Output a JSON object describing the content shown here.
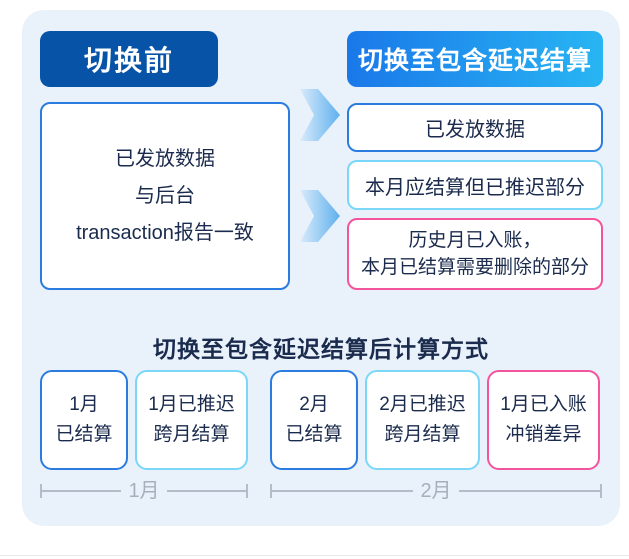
{
  "colors": {
    "panel_bg": "#e9f1fb",
    "header_dark_blue": "#0653a8",
    "header_gradient_start": "#1a78e9",
    "header_gradient_end": "#28b5f3",
    "border_blue": "#2b7ce0",
    "border_cyan": "#7ad7f8",
    "border_pink": "#f4549c",
    "text_navy": "#1b2b4d",
    "dim_line_grey": "#b3bdc9"
  },
  "icons": {
    "flow_arrow": "block-arrow-right"
  },
  "before": {
    "header": "切换前",
    "box_lines": [
      "已发放数据",
      "与后台",
      "transaction报告一致"
    ]
  },
  "after": {
    "header": "切换至包含延迟结算",
    "boxes": [
      {
        "style": "blue",
        "lines": [
          "已发放数据"
        ]
      },
      {
        "style": "cyan",
        "lines": [
          "本月应结算但已推迟部分"
        ]
      },
      {
        "style": "pink",
        "lines": [
          "历史月已入账，",
          "本月已结算需要删除的部分"
        ]
      }
    ]
  },
  "calc": {
    "title": "切换至包含延迟结算后计算方式",
    "boxes": [
      {
        "style": "blue",
        "lines": [
          "1月",
          "已结算"
        ]
      },
      {
        "style": "cyan",
        "lines": [
          "1月已推迟",
          "跨月结算"
        ]
      },
      {
        "style": "blue",
        "lines": [
          "2月",
          "已结算"
        ]
      },
      {
        "style": "cyan",
        "lines": [
          "2月已推迟",
          "跨月结算"
        ]
      },
      {
        "style": "pink",
        "lines": [
          "1月已入账",
          "冲销差异"
        ]
      }
    ],
    "spans": [
      {
        "label": "1月"
      },
      {
        "label": "2月"
      }
    ]
  }
}
